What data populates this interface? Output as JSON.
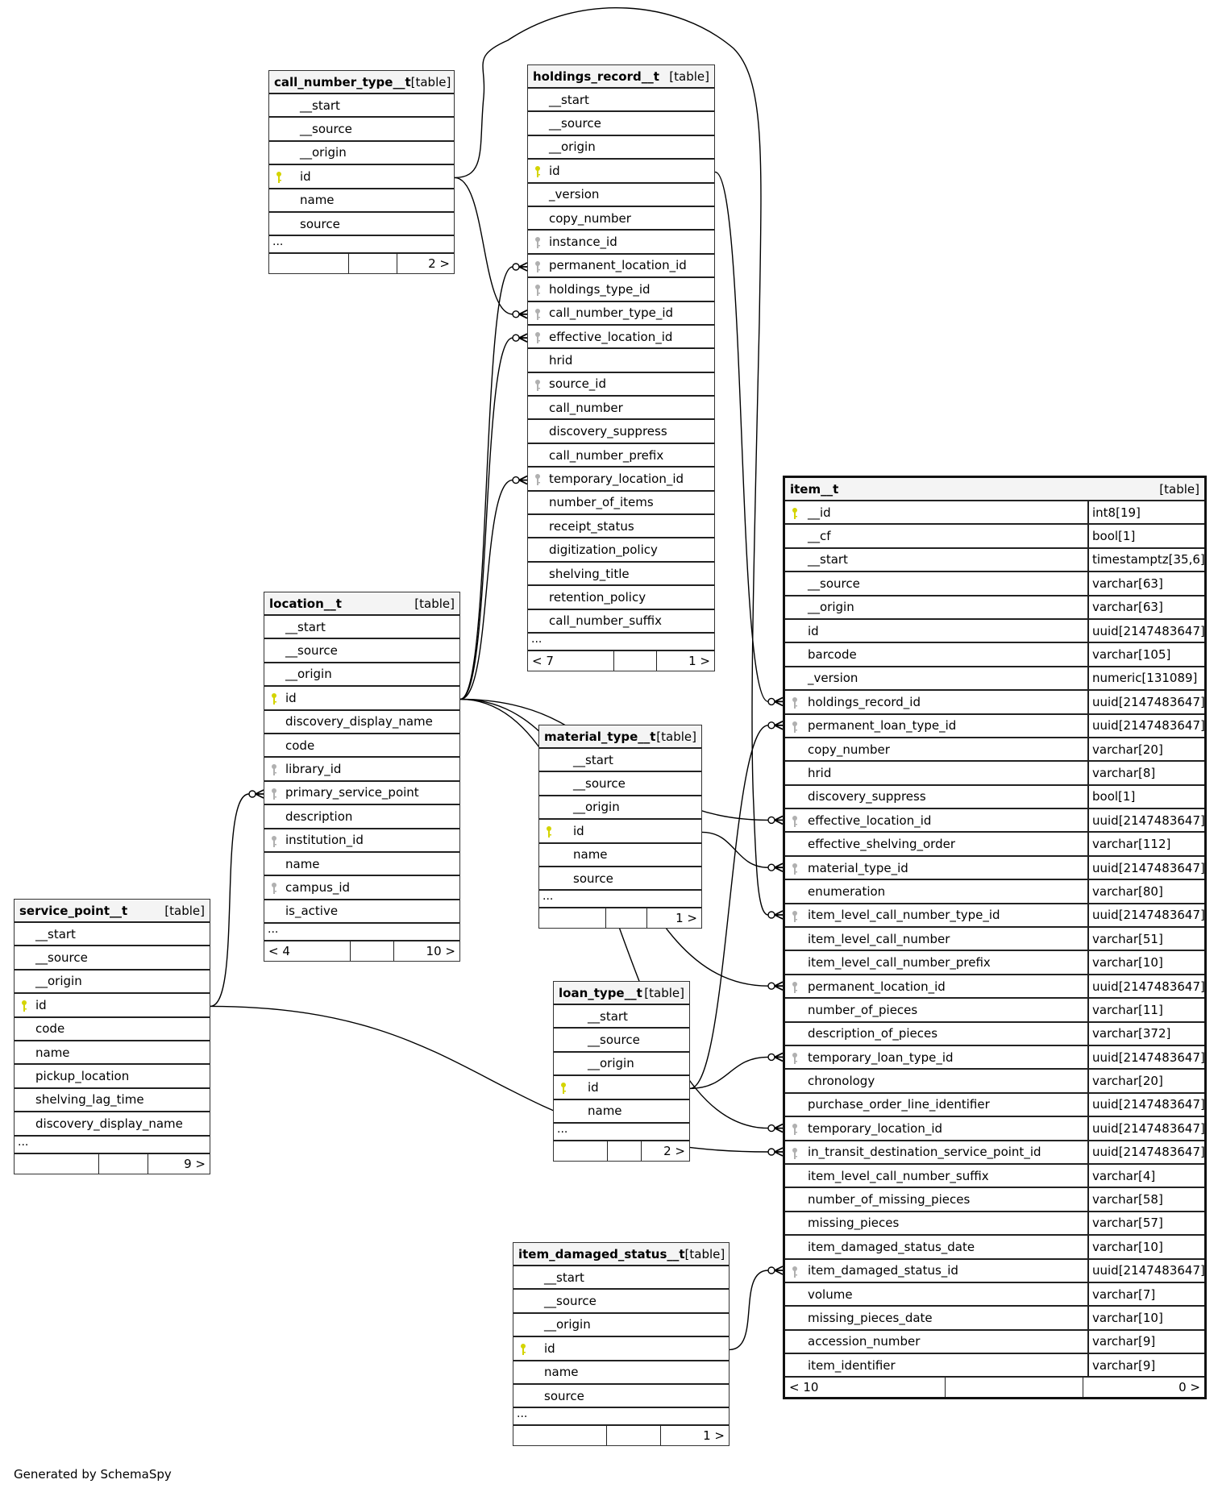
{
  "footer_text": "Generated by SchemaSpy",
  "colors": {
    "pk_key": "#d4d400",
    "fk_key": "#b0b0b0",
    "header_bg": "#f4f4f4"
  },
  "tables": {
    "call_number_type": {
      "name": "call_number_type__t",
      "kind": "[table]",
      "columns": [
        {
          "name": "__start",
          "key": ""
        },
        {
          "name": "__source",
          "key": ""
        },
        {
          "name": "__origin",
          "key": ""
        },
        {
          "name": "id",
          "key": "pk"
        },
        {
          "name": "name",
          "key": ""
        },
        {
          "name": "source",
          "key": ""
        }
      ],
      "ellipsis": "...",
      "footer": [
        "",
        "",
        "2 >"
      ]
    },
    "holdings_record": {
      "name": "holdings_record__t",
      "kind": "[table]",
      "columns": [
        {
          "name": "__start",
          "key": ""
        },
        {
          "name": "__source",
          "key": ""
        },
        {
          "name": "__origin",
          "key": ""
        },
        {
          "name": "id",
          "key": "pk"
        },
        {
          "name": "_version",
          "key": ""
        },
        {
          "name": "copy_number",
          "key": ""
        },
        {
          "name": "instance_id",
          "key": "fk"
        },
        {
          "name": "permanent_location_id",
          "key": "fk"
        },
        {
          "name": "holdings_type_id",
          "key": "fk"
        },
        {
          "name": "call_number_type_id",
          "key": "fk"
        },
        {
          "name": "effective_location_id",
          "key": "fk"
        },
        {
          "name": "hrid",
          "key": ""
        },
        {
          "name": "source_id",
          "key": "fk"
        },
        {
          "name": "call_number",
          "key": ""
        },
        {
          "name": "discovery_suppress",
          "key": ""
        },
        {
          "name": "call_number_prefix",
          "key": ""
        },
        {
          "name": "temporary_location_id",
          "key": "fk"
        },
        {
          "name": "number_of_items",
          "key": ""
        },
        {
          "name": "receipt_status",
          "key": ""
        },
        {
          "name": "digitization_policy",
          "key": ""
        },
        {
          "name": "shelving_title",
          "key": ""
        },
        {
          "name": "retention_policy",
          "key": ""
        },
        {
          "name": "call_number_suffix",
          "key": ""
        }
      ],
      "ellipsis": "...",
      "footer": [
        "< 7",
        "",
        "1 >"
      ]
    },
    "location": {
      "name": "location__t",
      "kind": "[table]",
      "columns": [
        {
          "name": "__start",
          "key": ""
        },
        {
          "name": "__source",
          "key": ""
        },
        {
          "name": "__origin",
          "key": ""
        },
        {
          "name": "id",
          "key": "pk"
        },
        {
          "name": "discovery_display_name",
          "key": ""
        },
        {
          "name": "code",
          "key": ""
        },
        {
          "name": "library_id",
          "key": "fk"
        },
        {
          "name": "primary_service_point",
          "key": "fk"
        },
        {
          "name": "description",
          "key": ""
        },
        {
          "name": "institution_id",
          "key": "fk"
        },
        {
          "name": "name",
          "key": ""
        },
        {
          "name": "campus_id",
          "key": "fk"
        },
        {
          "name": "is_active",
          "key": ""
        }
      ],
      "ellipsis": "...",
      "footer": [
        "< 4",
        "",
        "10 >"
      ]
    },
    "material_type": {
      "name": "material_type__t",
      "kind": "[table]",
      "columns": [
        {
          "name": "__start",
          "key": ""
        },
        {
          "name": "__source",
          "key": ""
        },
        {
          "name": "__origin",
          "key": ""
        },
        {
          "name": "id",
          "key": "pk"
        },
        {
          "name": "name",
          "key": ""
        },
        {
          "name": "source",
          "key": ""
        }
      ],
      "ellipsis": "...",
      "footer": [
        "",
        "",
        "1 >"
      ]
    },
    "service_point": {
      "name": "service_point__t",
      "kind": "[table]",
      "columns": [
        {
          "name": "__start",
          "key": ""
        },
        {
          "name": "__source",
          "key": ""
        },
        {
          "name": "__origin",
          "key": ""
        },
        {
          "name": "id",
          "key": "pk"
        },
        {
          "name": "code",
          "key": ""
        },
        {
          "name": "name",
          "key": ""
        },
        {
          "name": "pickup_location",
          "key": ""
        },
        {
          "name": "shelving_lag_time",
          "key": ""
        },
        {
          "name": "discovery_display_name",
          "key": ""
        }
      ],
      "ellipsis": "...",
      "footer": [
        "",
        "",
        "9 >"
      ]
    },
    "loan_type": {
      "name": "loan_type__t",
      "kind": "[table]",
      "columns": [
        {
          "name": "__start",
          "key": ""
        },
        {
          "name": "__source",
          "key": ""
        },
        {
          "name": "__origin",
          "key": ""
        },
        {
          "name": "id",
          "key": "pk"
        },
        {
          "name": "name",
          "key": ""
        }
      ],
      "ellipsis": "...",
      "footer": [
        "",
        "",
        "2 >"
      ]
    },
    "item_damaged_status": {
      "name": "item_damaged_status__t",
      "kind": "[table]",
      "columns": [
        {
          "name": "__start",
          "key": ""
        },
        {
          "name": "__source",
          "key": ""
        },
        {
          "name": "__origin",
          "key": ""
        },
        {
          "name": "id",
          "key": "pk"
        },
        {
          "name": "name",
          "key": ""
        },
        {
          "name": "source",
          "key": ""
        }
      ],
      "ellipsis": "...",
      "footer": [
        "",
        "",
        "1 >"
      ]
    },
    "item": {
      "name": "item__t",
      "kind": "[table]",
      "columns": [
        {
          "name": "__id",
          "key": "pk",
          "type": "int8[19]"
        },
        {
          "name": "__cf",
          "key": "",
          "type": "bool[1]"
        },
        {
          "name": "__start",
          "key": "",
          "type": "timestamptz[35,6]"
        },
        {
          "name": "__source",
          "key": "",
          "type": "varchar[63]"
        },
        {
          "name": "__origin",
          "key": "",
          "type": "varchar[63]"
        },
        {
          "name": "id",
          "key": "",
          "type": "uuid[2147483647]"
        },
        {
          "name": "barcode",
          "key": "",
          "type": "varchar[105]"
        },
        {
          "name": "_version",
          "key": "",
          "type": "numeric[131089]"
        },
        {
          "name": "holdings_record_id",
          "key": "fk",
          "type": "uuid[2147483647]"
        },
        {
          "name": "permanent_loan_type_id",
          "key": "fk",
          "type": "uuid[2147483647]"
        },
        {
          "name": "copy_number",
          "key": "",
          "type": "varchar[20]"
        },
        {
          "name": "hrid",
          "key": "",
          "type": "varchar[8]"
        },
        {
          "name": "discovery_suppress",
          "key": "",
          "type": "bool[1]"
        },
        {
          "name": "effective_location_id",
          "key": "fk",
          "type": "uuid[2147483647]"
        },
        {
          "name": "effective_shelving_order",
          "key": "",
          "type": "varchar[112]"
        },
        {
          "name": "material_type_id",
          "key": "fk",
          "type": "uuid[2147483647]"
        },
        {
          "name": "enumeration",
          "key": "",
          "type": "varchar[80]"
        },
        {
          "name": "item_level_call_number_type_id",
          "key": "fk",
          "type": "uuid[2147483647]"
        },
        {
          "name": "item_level_call_number",
          "key": "",
          "type": "varchar[51]"
        },
        {
          "name": "item_level_call_number_prefix",
          "key": "",
          "type": "varchar[10]"
        },
        {
          "name": "permanent_location_id",
          "key": "fk",
          "type": "uuid[2147483647]"
        },
        {
          "name": "number_of_pieces",
          "key": "",
          "type": "varchar[11]"
        },
        {
          "name": "description_of_pieces",
          "key": "",
          "type": "varchar[372]"
        },
        {
          "name": "temporary_loan_type_id",
          "key": "fk",
          "type": "uuid[2147483647]"
        },
        {
          "name": "chronology",
          "key": "",
          "type": "varchar[20]"
        },
        {
          "name": "purchase_order_line_identifier",
          "key": "",
          "type": "uuid[2147483647]"
        },
        {
          "name": "temporary_location_id",
          "key": "fk",
          "type": "uuid[2147483647]"
        },
        {
          "name": "in_transit_destination_service_point_id",
          "key": "fk",
          "type": "uuid[2147483647]"
        },
        {
          "name": "item_level_call_number_suffix",
          "key": "",
          "type": "varchar[4]"
        },
        {
          "name": "number_of_missing_pieces",
          "key": "",
          "type": "varchar[58]"
        },
        {
          "name": "missing_pieces",
          "key": "",
          "type": "varchar[57]"
        },
        {
          "name": "item_damaged_status_date",
          "key": "",
          "type": "varchar[10]"
        },
        {
          "name": "item_damaged_status_id",
          "key": "fk",
          "type": "uuid[2147483647]"
        },
        {
          "name": "volume",
          "key": "",
          "type": "varchar[7]"
        },
        {
          "name": "missing_pieces_date",
          "key": "",
          "type": "varchar[10]"
        },
        {
          "name": "accession_number",
          "key": "",
          "type": "varchar[9]"
        },
        {
          "name": "item_identifier",
          "key": "",
          "type": "varchar[9]"
        }
      ],
      "footer": [
        "< 10",
        "",
        "0 >"
      ]
    }
  }
}
